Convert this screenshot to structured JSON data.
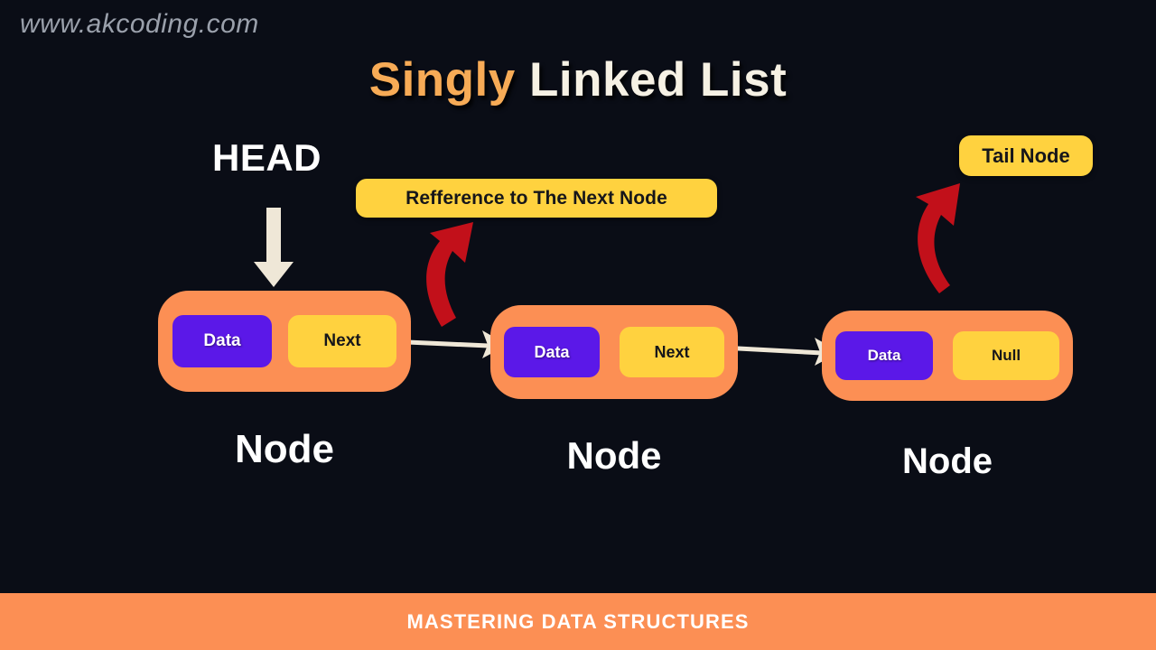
{
  "meta": {
    "watermark": "www.akcoding.com",
    "background_color": "#0a0d16"
  },
  "title": {
    "accent_word": "Singly ",
    "plain_words": "Linked List",
    "accent_color": "#f7ab56",
    "plain_color": "#f6f1e4"
  },
  "labels": {
    "head": "HEAD",
    "reference_callout": "Refference to The Next Node",
    "tail_callout": "Tail Node"
  },
  "colors": {
    "node_container": "#fc8f54",
    "data_cell": "#5b18e8",
    "pointer_cell": "#ffd23f",
    "callout_pill": "#ffd23f",
    "red_arrow": "#c2101a",
    "link_arrow": "#efe7d7",
    "head_arrow": "#efe7d7",
    "footer_bar": "#fc8f54"
  },
  "nodes": [
    {
      "caption": "Node",
      "data_label": "Data",
      "pointer_label": "Next"
    },
    {
      "caption": "Node",
      "data_label": "Data",
      "pointer_label": "Next"
    },
    {
      "caption": "Node",
      "data_label": "Data",
      "pointer_label": "Null"
    }
  ],
  "footer": {
    "text": "MASTERING DATA STRUCTURES"
  },
  "diagram": {
    "type": "singly-linked-list",
    "node_count": 3,
    "head_points_to_node_index": 0,
    "tail_node_index": 2,
    "links": [
      {
        "from_node": 0,
        "from_field": "Next",
        "to_node": 1
      },
      {
        "from_node": 1,
        "from_field": "Next",
        "to_node": 2
      }
    ],
    "terminator": "Null"
  }
}
